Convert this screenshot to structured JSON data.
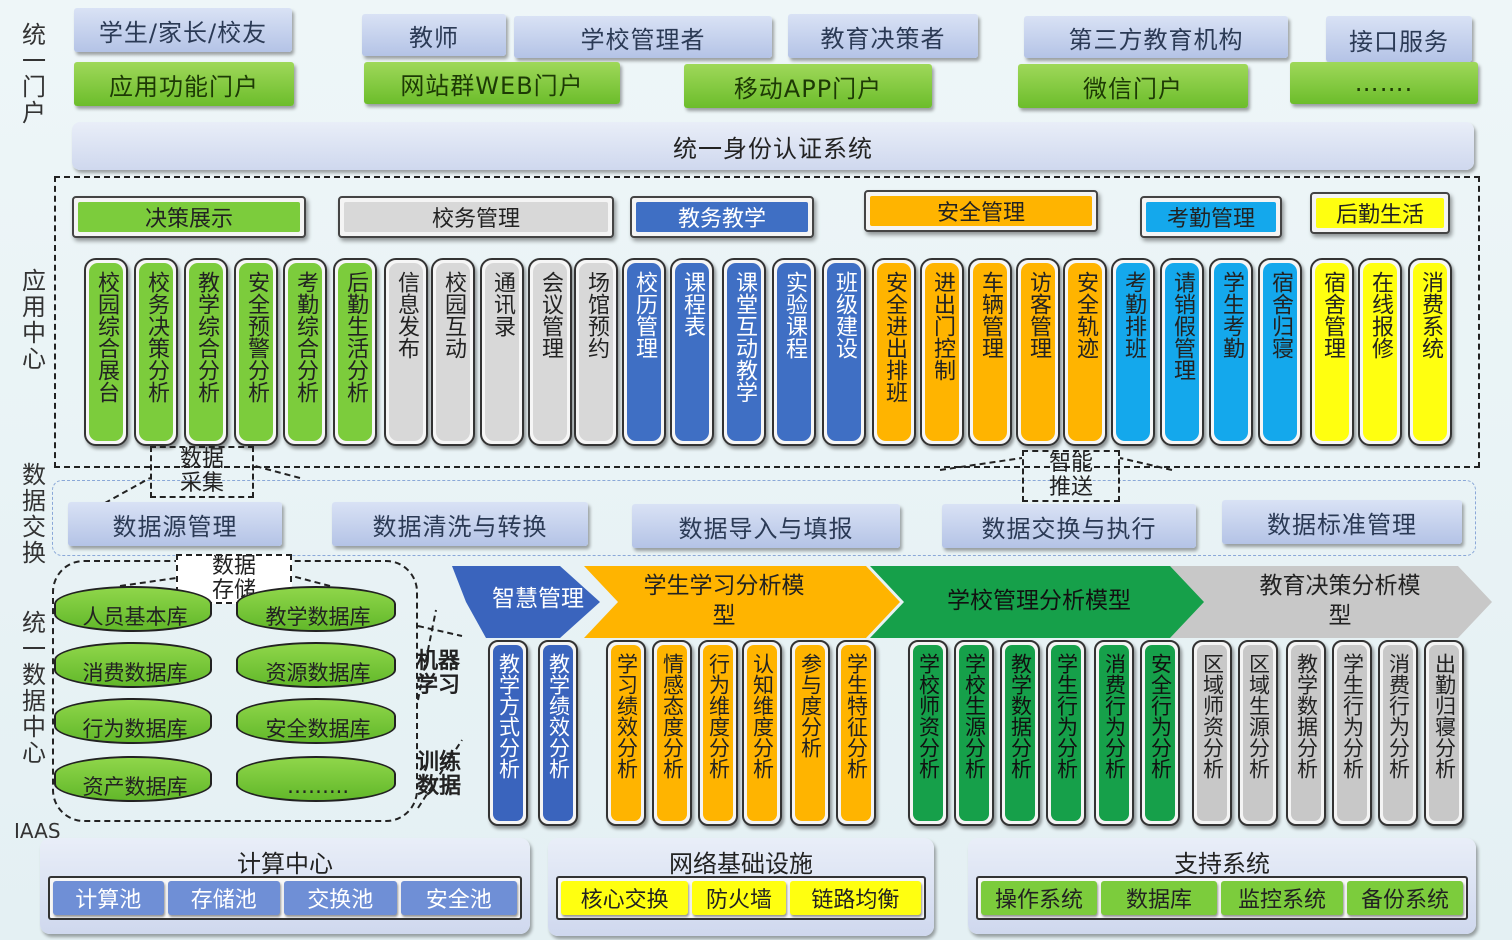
{
  "side_labels": {
    "portal": "统一门户",
    "app": "应用中心",
    "exchange": "数据交换",
    "data": "统一数据中心",
    "iaas": "IAAS"
  },
  "portal": {
    "users": [
      "学生/家长/校友",
      "教师",
      "学校管理者",
      "教育决策者",
      "第三方教育机构",
      "接口服务"
    ],
    "channels": [
      "应用功能门户",
      "网站群WEB门户",
      "移动APP门户",
      "微信门户",
      "……."
    ],
    "auth": "统一身份认证系统"
  },
  "app_center": {
    "categories": [
      {
        "label": "决策展示",
        "color": "#7ccc3c"
      },
      {
        "label": "校务管理",
        "color": "#d8d8d8"
      },
      {
        "label": "教务教学",
        "color": "#3f6fc4"
      },
      {
        "label": "安全管理",
        "color": "#ffb400"
      },
      {
        "label": "考勤管理",
        "color": "#14a8ec"
      },
      {
        "label": "后勤生活",
        "color": "#ffff10"
      }
    ],
    "apps": [
      {
        "label": "校园综合展台",
        "color": "#7ccc3c"
      },
      {
        "label": "校务决策分析",
        "color": "#7ccc3c"
      },
      {
        "label": "教学综合分析",
        "color": "#7ccc3c"
      },
      {
        "label": "安全预警分析",
        "color": "#7ccc3c"
      },
      {
        "label": "考勤综合分析",
        "color": "#7ccc3c"
      },
      {
        "label": "后勤生活分析",
        "color": "#7ccc3c"
      },
      {
        "label": "信息发布",
        "color": "#d8d8d8"
      },
      {
        "label": "校园互动",
        "color": "#d8d8d8"
      },
      {
        "label": "通讯录",
        "color": "#d8d8d8"
      },
      {
        "label": "会议管理",
        "color": "#d8d8d8"
      },
      {
        "label": "场馆预约",
        "color": "#d8d8d8"
      },
      {
        "label": "校历管理",
        "color": "#3f6fc4"
      },
      {
        "label": "课程表",
        "color": "#3f6fc4"
      },
      {
        "label": "课堂互动教学",
        "color": "#3f6fc4"
      },
      {
        "label": "实验课程",
        "color": "#3f6fc4"
      },
      {
        "label": "班级建设",
        "color": "#3f6fc4"
      },
      {
        "label": "安全进出排班",
        "color": "#ffb400"
      },
      {
        "label": "进出门控制",
        "color": "#ffb400"
      },
      {
        "label": "车辆管理",
        "color": "#ffb400"
      },
      {
        "label": "访客管理",
        "color": "#ffb400"
      },
      {
        "label": "安全轨迹",
        "color": "#ffb400"
      },
      {
        "label": "考勤排班",
        "color": "#14a8ec"
      },
      {
        "label": "请销假管理",
        "color": "#14a8ec"
      },
      {
        "label": "学生考勤",
        "color": "#14a8ec"
      },
      {
        "label": "宿舍归寝",
        "color": "#14a8ec"
      },
      {
        "label": "宿舍管理",
        "color": "#ffff10"
      },
      {
        "label": "在线报修",
        "color": "#ffff10"
      },
      {
        "label": "消费系统",
        "color": "#ffff10"
      }
    ]
  },
  "exchange": {
    "collect_label": "数据采集",
    "push_label": "智能推送",
    "items": [
      "数据源管理",
      "数据清洗与转换",
      "数据导入与填报",
      "数据交换与执行",
      "数据标准管理"
    ]
  },
  "data_center": {
    "storage_label": "数据存储",
    "ml_label": "机器学习",
    "train_label": "训练数据",
    "databases": [
      "人员基本库",
      "教学数据库",
      "消费数据库",
      "资源数据库",
      "行为数据库",
      "安全数据库",
      "资产数据库",
      "……..."
    ],
    "models": [
      {
        "title": "智慧管理",
        "color": "#3a64bd",
        "text_color": "#ffffff",
        "items": [
          "教学方式分析",
          "教学绩效分析"
        ]
      },
      {
        "title": "学生学习分析模型",
        "color": "#ffb400",
        "text_color": "#222222",
        "items": [
          "学习绩效分析",
          "情感态度分析",
          "行为维度分析",
          "认知维度分析",
          "参与度分析",
          "学生特征分析"
        ]
      },
      {
        "title": "学校管理分析模型",
        "color": "#16a04a",
        "text_color": "#111111",
        "items": [
          "学校师资分析",
          "学校生源分析",
          "教学数据分析",
          "学生行为分析",
          "消费行为分析",
          "安全行为分析"
        ]
      },
      {
        "title": "教育决策分析模型",
        "color": "#c8c8c8",
        "text_color": "#222222",
        "items": [
          "区域师资分析",
          "区域生源分析",
          "教学数据分析",
          "学生行为分析",
          "消费行为分析",
          "出勤归寝分析"
        ]
      }
    ]
  },
  "iaas": {
    "groups": [
      {
        "title": "计算中心",
        "color": "#6f8fd6",
        "items": [
          "计算池",
          "存储池",
          "交换池",
          "安全池"
        ]
      },
      {
        "title": "网络基础设施",
        "color": "#ffff10",
        "items": [
          "核心交换",
          "防火墙",
          "链路均衡"
        ]
      },
      {
        "title": "支持系统",
        "color": "#7ccc3c",
        "items": [
          "操作系统",
          "数据库",
          "监控系统",
          "备份系统"
        ]
      }
    ]
  }
}
